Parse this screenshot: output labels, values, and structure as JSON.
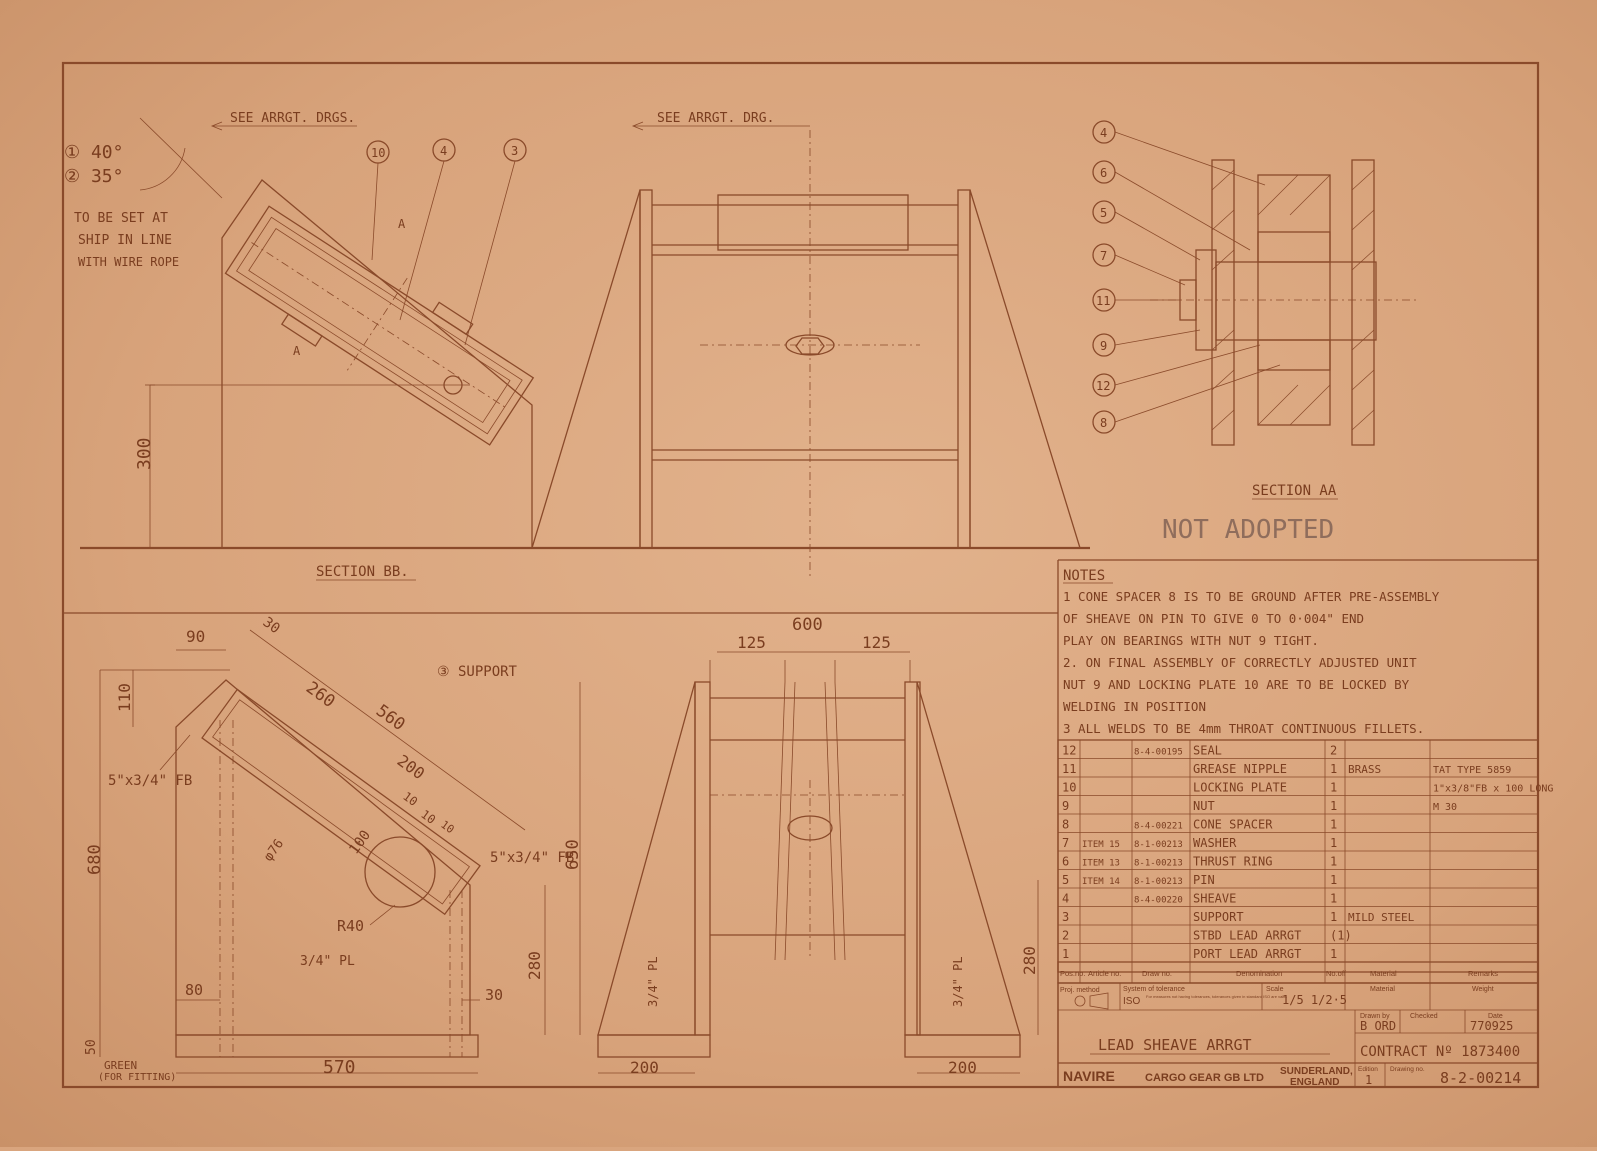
{
  "drawing": {
    "see_arrgt_left": "SEE ARRGT. DRGS.",
    "see_arrgt_center": "SEE ARRGT. DRG.",
    "angle_1": "① 40°",
    "angle_2": "② 35°",
    "set_note_1": "TO BE SET AT",
    "set_note_2": "SHIP IN LINE",
    "set_note_3": "WITH WIRE ROPE",
    "section_bb": "SECTION BB.",
    "section_aa": "SECTION AA",
    "not_adopted": "NOT ADOPTED",
    "support_label": "③ SUPPORT",
    "section_mark": "A",
    "balloons_top": [
      "10",
      "4",
      "3"
    ],
    "balloons_side": [
      "4",
      "6",
      "5",
      "7",
      "11",
      "9",
      "12",
      "8"
    ],
    "dims": {
      "d300": "300",
      "d90": "90",
      "d30": "30",
      "d110": "110",
      "d260": "260",
      "d560": "560",
      "d200": "200",
      "d10a": "10",
      "d10b": "10",
      "d10c": "10",
      "d100": "100",
      "d76": "φ76",
      "fb_left": "5\"x3/4\" FB",
      "fb_right": "5\"x3/4\" FB",
      "r40": "R40",
      "d680": "680",
      "pl_34": "3/4\" PL",
      "d80": "80",
      "d30b": "30",
      "d280": "280",
      "d50": "50",
      "d570": "570",
      "green": "GREEN",
      "for_fitting": "(FOR FITTING)",
      "d600": "600",
      "d125a": "125",
      "d125b": "125",
      "d650": "650",
      "d200b": "200",
      "d200c": "200",
      "d280b": "280",
      "pl_a": "3/4\" PL",
      "pl_b": "3/4\" PL"
    }
  },
  "notes": {
    "heading": "NOTES",
    "lines": [
      "1 CONE SPACER 8 IS TO BE GROUND AFTER PRE-ASSEMBLY",
      "  OF SHEAVE ON PIN TO GIVE  0   TO 0·004\" END",
      "  PLAY ON BEARINGS WITH NUT 9 TIGHT.",
      "2. ON FINAL ASSEMBLY OF CORRECTLY ADJUSTED UNIT",
      "  NUT 9 AND LOCKING PLATE 10 ARE TO BE LOCKED BY",
      "  WELDING IN POSITION",
      "3 ALL WELDS TO BE 4mm THROAT CONTINUOUS FILLETS."
    ]
  },
  "parts": [
    {
      "pos": "12",
      "article": "",
      "drawno": "8-4-00195",
      "denom": "SEAL",
      "no": "2",
      "material": "",
      "remarks": ""
    },
    {
      "pos": "11",
      "article": "",
      "drawno": "",
      "denom": "GREASE NIPPLE",
      "no": "1",
      "material": "BRASS",
      "remarks": "TAT TYPE 5859"
    },
    {
      "pos": "10",
      "article": "",
      "drawno": "",
      "denom": "LOCKING PLATE",
      "no": "1",
      "material": "",
      "remarks": "1\"x3/8\"FB x 100 LONG"
    },
    {
      "pos": "9",
      "article": "",
      "drawno": "",
      "denom": "NUT",
      "no": "1",
      "material": "",
      "remarks": "M 30"
    },
    {
      "pos": "8",
      "article": "",
      "drawno": "8-4-00221",
      "denom": "CONE SPACER",
      "no": "1",
      "material": "",
      "remarks": ""
    },
    {
      "pos": "7",
      "article": "ITEM 15",
      "drawno": "8-1-00213",
      "denom": "WASHER",
      "no": "1",
      "material": "",
      "remarks": ""
    },
    {
      "pos": "6",
      "article": "ITEM 13",
      "drawno": "8-1-00213",
      "denom": "THRUST RING",
      "no": "1",
      "material": "",
      "remarks": ""
    },
    {
      "pos": "5",
      "article": "ITEM 14",
      "drawno": "8-1-00213",
      "denom": "PIN",
      "no": "1",
      "material": "",
      "remarks": ""
    },
    {
      "pos": "4",
      "article": "",
      "drawno": "8-4-00220",
      "denom": "SHEAVE",
      "no": "1",
      "material": "",
      "remarks": ""
    },
    {
      "pos": "3",
      "article": "",
      "drawno": "",
      "denom": "SUPPORT",
      "no": "1",
      "material": "MILD STEEL",
      "remarks": ""
    },
    {
      "pos": "2",
      "article": "",
      "drawno": "",
      "denom": "STBD LEAD ARRGT",
      "no": "(1)",
      "material": "",
      "remarks": ""
    },
    {
      "pos": "1",
      "article": "",
      "drawno": "",
      "denom": "PORT LEAD ARRGT",
      "no": "1",
      "material": "",
      "remarks": ""
    }
  ],
  "parts_header": {
    "pos": "Pos.no.",
    "article": "Article no.",
    "drawno": "Draw no.",
    "denom": "Denomination",
    "no": "No.off",
    "material": "Material",
    "remarks": "Remarks"
  },
  "title_block": {
    "proj_method": "Proj. method",
    "tolerance_label": "System of tolerance",
    "tolerance_value": "ISO",
    "tolerance_note": "For measures not having tolerances, tolerances given in standard ISO are valid.",
    "scale_label": "Scale",
    "scale_value": "1/5 1/2·5",
    "material_label": "Material",
    "weight_label": "Weight",
    "drawn_by_label": "Drawn by",
    "drawn_by": "B ORD",
    "checked_label": "Checked",
    "checked": "",
    "date_label": "Date",
    "date": "770925",
    "title": "LEAD SHEAVE ARRGT",
    "contract": "CONTRACT Nº 1873400",
    "company_brand": "NAVIRE",
    "company_name": "CARGO GEAR GB LTD",
    "location_1": "SUNDERLAND,",
    "location_2": "ENGLAND",
    "edition_label": "Edition",
    "edition": "1",
    "drawing_no_label": "Drawing no.",
    "drawing_no": "8-2-00214"
  }
}
